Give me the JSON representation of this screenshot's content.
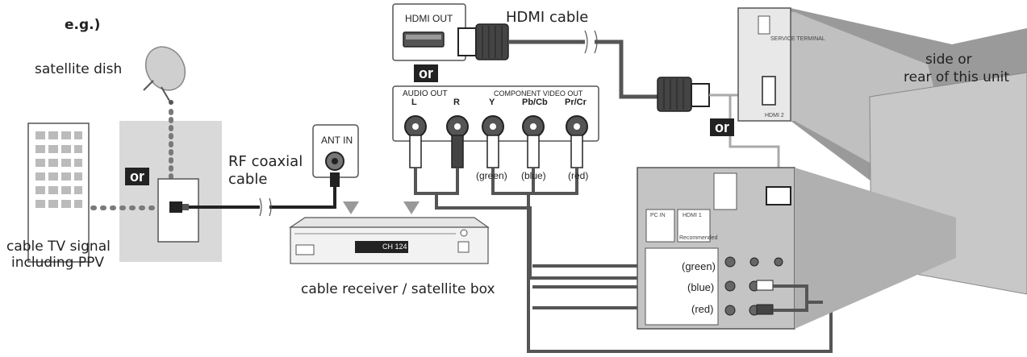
{
  "example_label": "e.g.)",
  "satellite_dish_label": "satellite dish",
  "cable_signal_label_line1": "cable TV signal",
  "cable_signal_label_line2": "including PPV",
  "rf_cable_label_line1": "RF coaxial",
  "rf_cable_label_line2": "cable",
  "ant_in_label": "ANT IN",
  "receiver_label": "cable receiver / satellite box",
  "receiver_display": "CH 124",
  "hdmi_out_label": "HDMI OUT",
  "hdmi_cable_label": "HDMI cable",
  "or_label": "or",
  "audio_out_label": "AUDIO OUT",
  "audio_l": "L",
  "audio_r": "R",
  "component_out_label": "COMPONENT VIDEO OUT",
  "comp_y": "Y",
  "comp_pb": "Pb/Cb",
  "comp_pr": "Pr/Cr",
  "plug_green": "(green)",
  "plug_blue": "(blue)",
  "plug_red": "(red)",
  "unit_label_line1": "side or",
  "unit_label_line2": "rear of this unit",
  "service_label": "SERVICE TERMINAL",
  "hdmi2_label": "HDMI 2",
  "pc_in_label": "PC IN",
  "hdmi1_label": "HDMI 1",
  "recommended_label": "Recommended",
  "panel_green": "(green)",
  "panel_blue": "(blue)",
  "panel_red": "(red)"
}
